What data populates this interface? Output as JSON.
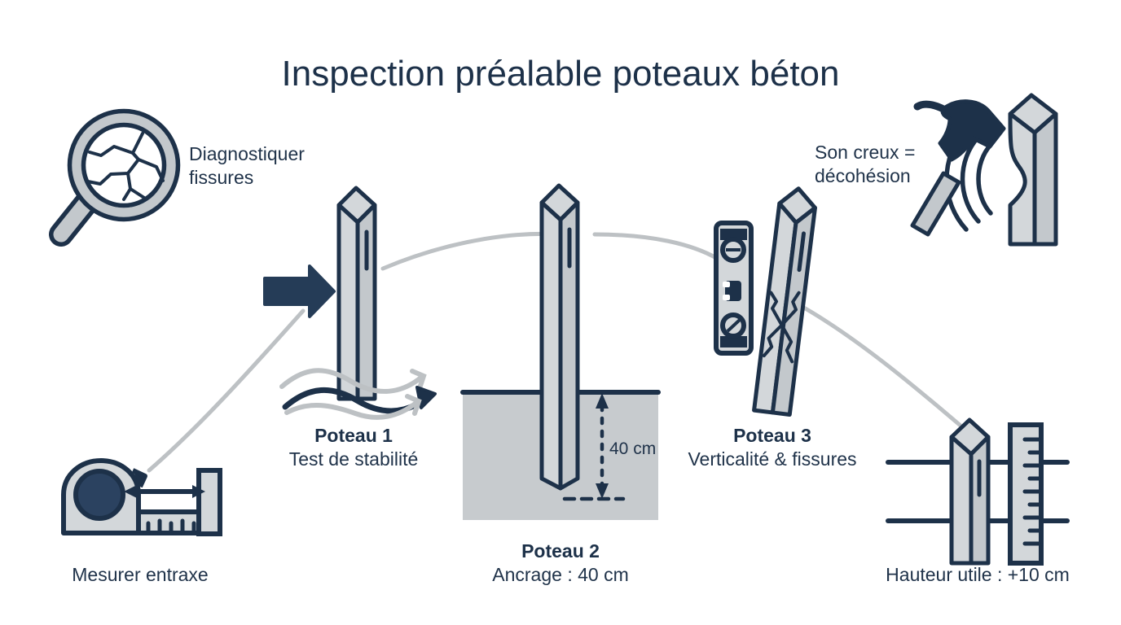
{
  "page": {
    "title": "Inspection préalable poteaux béton",
    "background": "#ffffff"
  },
  "colors": {
    "ink": "#1d3149",
    "ink_text": "#20334a",
    "post_light": "#d3d7da",
    "post_mid": "#c3c8cc",
    "post_dark": "#b6bcc1",
    "ground": "#c7cbce",
    "connector": "#bdc1c4",
    "white": "#ffffff"
  },
  "annotations": {
    "crack_magnifier": {
      "icon": "magnifier-crack-icon",
      "line1": "Diagnostiquer",
      "line2": "fissures"
    },
    "hammer": {
      "icon": "hammer-sound-icon",
      "line1": "Son creux =",
      "line2": "décohésion"
    },
    "tape": {
      "icon": "tape-measure-icon",
      "caption": "Mesurer entraxe"
    },
    "ruler": {
      "icon": "post-ruler-icon",
      "caption": "Hauteur utile : +10 cm"
    }
  },
  "steps": [
    {
      "id": "poteau-1",
      "title": "Poteau 1",
      "subtitle": "Test de stabilité",
      "icon": "post-push-wave-icon"
    },
    {
      "id": "poteau-2",
      "title": "Poteau 2",
      "subtitle": "Ancrage : 40 cm",
      "icon": "post-anchor-icon",
      "dimension": "40 cm"
    },
    {
      "id": "poteau-3",
      "title": "Poteau 3",
      "subtitle": "Verticalité & fissures",
      "icon": "post-level-crack-icon"
    }
  ]
}
